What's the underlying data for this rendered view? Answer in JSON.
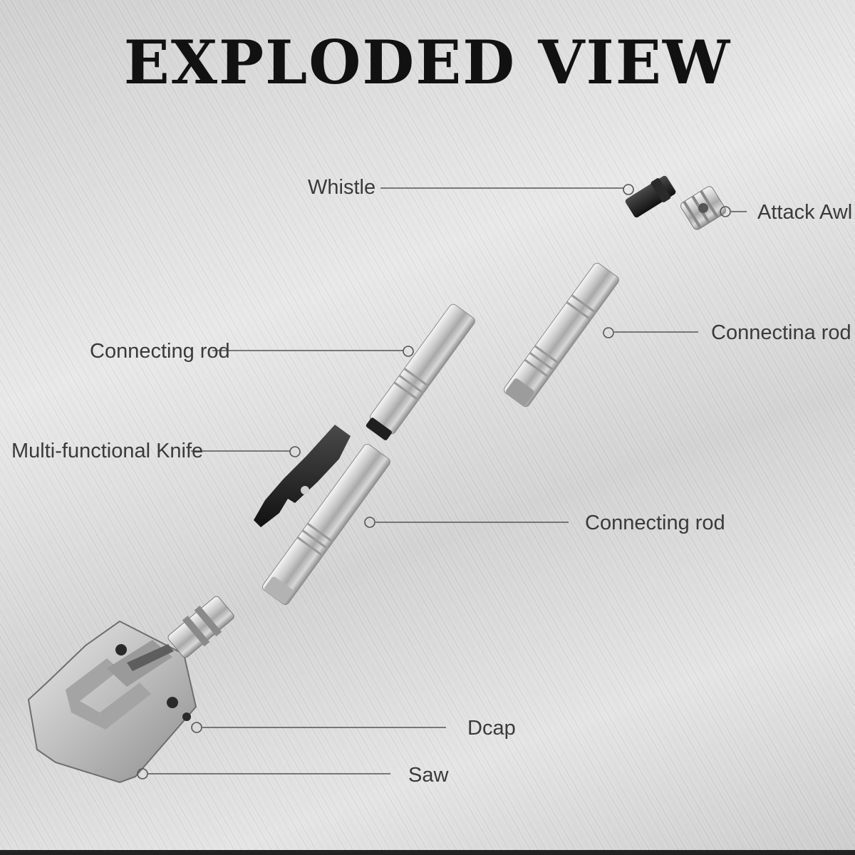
{
  "title": "EXPLODED VIEW",
  "labels": {
    "whistle": "Whistle",
    "attack_awl": "Attack Awl",
    "connecting_rod_left": "Connecting rod",
    "connecting_rod_right": "Connectina rod",
    "knife": "Multi-functional Knife",
    "connecting_rod_lower": "Connecting rod",
    "dcap": "Dcap",
    "saw": "Saw"
  },
  "colors": {
    "text": "#3a3a3a",
    "leader_line": "#555555",
    "metal": "#c8c8c8",
    "blade": "#1e1e1e"
  }
}
